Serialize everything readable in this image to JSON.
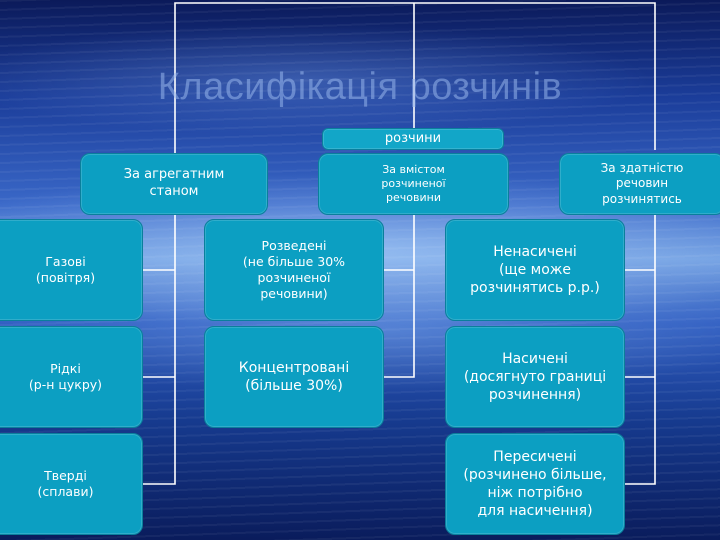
{
  "title": "Класифікація розчинів",
  "root": "розчини",
  "categories": [
    {
      "label": "За агрегатним\nстаном",
      "items": [
        "Газові\n(повітря)",
        "Рідкі\n(р-н цукру)",
        "Тверді\n(сплави)"
      ]
    },
    {
      "label": "За вмістом\nрозчиненої\nречовини",
      "items": [
        "Розведені\n(не більше 30%\nрозчиненої\nречовини)",
        "Концентровані\n(більше 30%)"
      ]
    },
    {
      "label": "За здатністю\nречовин\nрозчинятись",
      "items": [
        "Ненасичені\n(ще може\nрозчинятись р.р.)",
        "Насичені\n(досягнуто границі\nрозчинення)",
        "Пересичені\n(розчинено більше,\nніж потрібно\nдля насичення)"
      ]
    }
  ],
  "colors": {
    "node_fill": "#0c9fc2",
    "node_border": "#0a7f9c",
    "connector": "#ffffff",
    "background": "#1b3d9a"
  }
}
